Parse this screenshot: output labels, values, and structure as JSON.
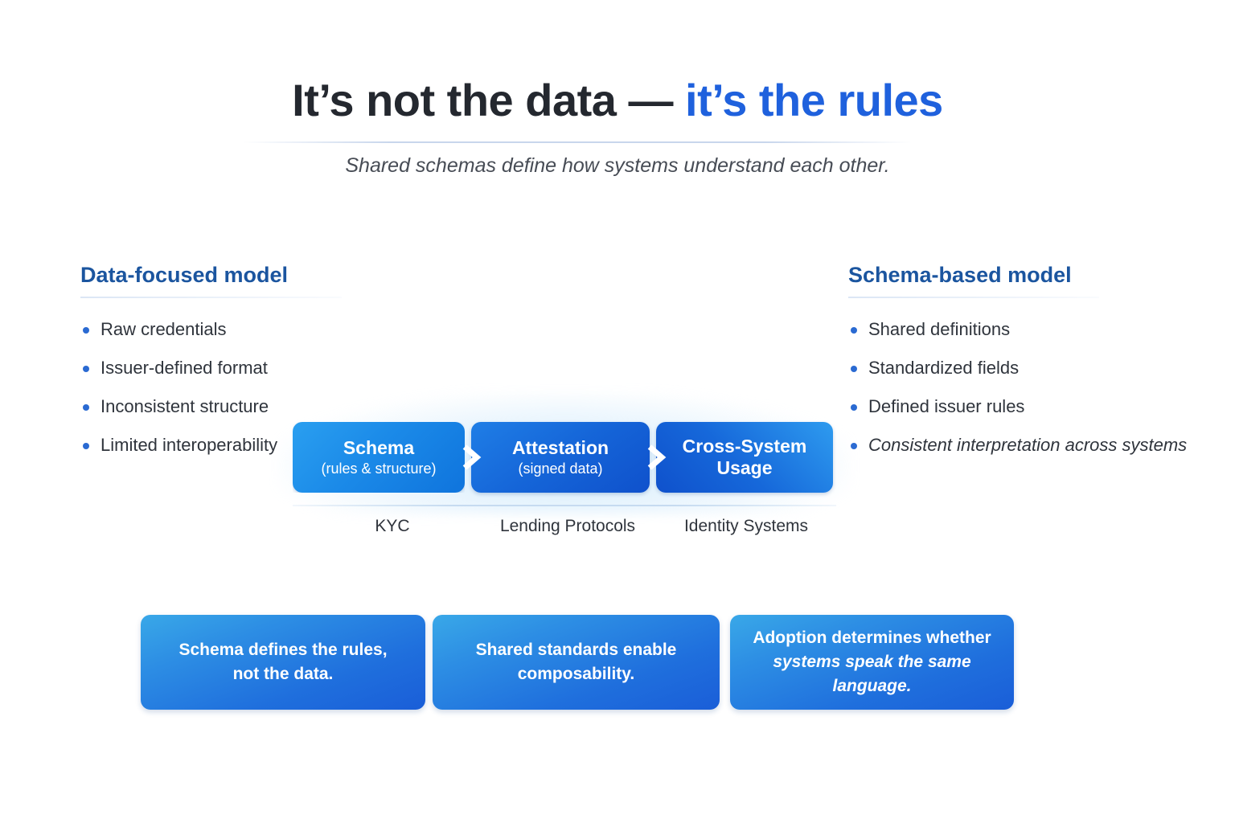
{
  "header": {
    "title_plain": "It’s not the data — ",
    "title_accent": "it’s the rules",
    "subtitle": "Shared schemas define how systems understand each other.",
    "accent_color": "#1f61dd",
    "heading_color": "#1b559f"
  },
  "columns": {
    "left": {
      "heading": "Data-focused model",
      "bullets": [
        "Raw credentials",
        "Issuer-defined format",
        "Inconsistent structure",
        "Limited interoperability"
      ]
    },
    "right": {
      "heading": "Schema-based model",
      "bullets": [
        "Shared definitions",
        "Standardized fields",
        "Defined issuer rules",
        "Consistent interpretation across systems"
      ]
    }
  },
  "flow": {
    "steps": [
      {
        "title": "Schema",
        "subtitle": "(rules & structure)",
        "label": "KYC"
      },
      {
        "title": "Attestation",
        "subtitle": "(signed data)",
        "label": "Lending Protocols"
      },
      {
        "title": "Cross-System",
        "subtitle": "Usage",
        "label": "Identity Systems"
      }
    ]
  },
  "cards": [
    {
      "line1": "Schema defines the rules,",
      "line2": "not the data.",
      "line2_italic": false
    },
    {
      "line1": "Shared standards enable",
      "line2": "composability.",
      "line2_italic": false
    },
    {
      "line1": "Adoption determines whether",
      "line2": "systems speak the same language.",
      "line2_italic": true
    }
  ]
}
